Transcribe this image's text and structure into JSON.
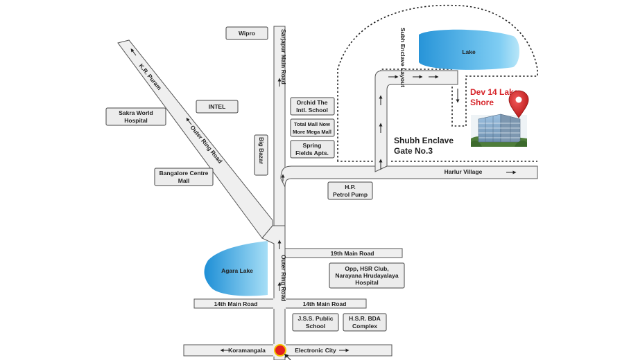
{
  "colors": {
    "road_fill": "#efefef",
    "road_edge": "#555555",
    "box_fill": "#ececec",
    "box_edge": "#444444",
    "lake_dark": "#1e8fd6",
    "lake_light": "#8fd6f5",
    "title_red": "#d7262b",
    "marker_red": "#d11f1f"
  },
  "roads": {
    "sarjapur_main_road": "Sarjapur Main Road",
    "kr_puram": "K.R. Puram",
    "outer_ring_road_diag": "Outer Ring Road",
    "outer_ring_road_vert": "Outer Ring Road",
    "big_bazar": "Big Bazar",
    "subh_enclave_layout": "Subh Enclave Layout",
    "harlur_village": "Harlur Village",
    "main_19th": "19th Main Road",
    "main_14th_left": "14th Main Road",
    "main_14th_right": "14th Main Road",
    "koramangala": "Koramangala",
    "electronic_city": "Electronic City"
  },
  "landmarks": {
    "wipro": "Wipro",
    "intel": "INTEL",
    "sakra": [
      "Sakra World",
      "Hospital"
    ],
    "bangalore_centre": [
      "Bangalore Centre",
      "Mall"
    ],
    "orchid": [
      "Orchid The",
      "Intl. School"
    ],
    "total_mall": [
      "Total Mall Now",
      "More Mega Mall"
    ],
    "spring_fields": [
      "Spring",
      "Fields Apts."
    ],
    "hp_pump": [
      "H.P.",
      "Petrol Pump"
    ],
    "opp_hsr": [
      "Opp, HSR Club,",
      "Narayana Hrudayalaya",
      "Hospital"
    ],
    "jss": [
      "J.S.S. Public",
      "School"
    ],
    "hsr_bda": [
      "H.S.R. BDA",
      "Complex"
    ]
  },
  "lakes": {
    "lake": "Lake",
    "agara": "Agara Lake"
  },
  "gate": [
    "Shubh Enclave",
    "Gate No.3"
  ],
  "project": {
    "title": [
      "Dev 14 Lake",
      "Shore"
    ]
  },
  "icons": {
    "location_pin": "location-pin-icon",
    "start_marker": "start-marker-icon"
  }
}
